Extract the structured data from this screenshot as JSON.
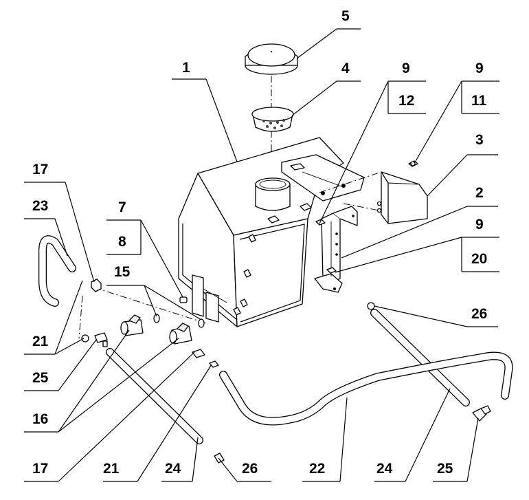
{
  "diagram": {
    "labels": {
      "l1": "1",
      "l2": "2",
      "l3": "3",
      "l4": "4",
      "l5": "5",
      "l7": "7",
      "l8": "8",
      "l9a": "9",
      "l9b": "9",
      "l9c": "9",
      "l11": "11",
      "l12": "12",
      "l15": "15",
      "l16": "16",
      "l17a": "17",
      "l17b": "17",
      "l20": "20",
      "l21a": "21",
      "l21b": "21",
      "l22": "22",
      "l23": "23",
      "l24a": "24",
      "l24b": "24",
      "l25a": "25",
      "l25b": "25",
      "l26a": "26",
      "l26b": "26"
    }
  }
}
